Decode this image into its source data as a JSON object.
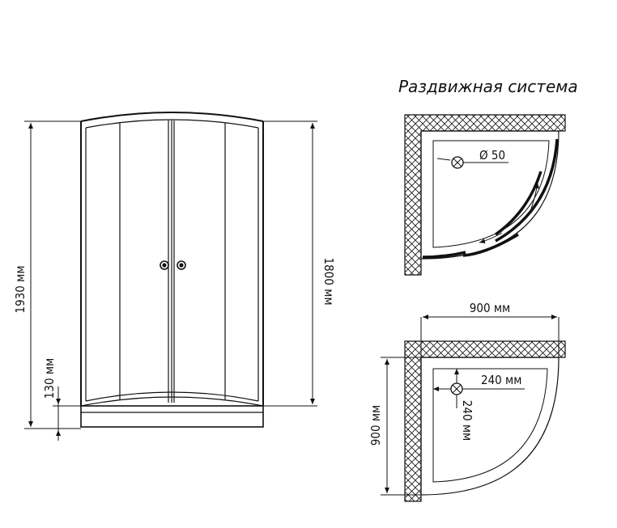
{
  "front_view": {
    "height_total": "1930 мм",
    "height_door": "1800 мм",
    "tray_height": "130 мм"
  },
  "sliding_system": {
    "title": "Раздвижная система",
    "drain_diameter": "Ø 50"
  },
  "plan_view": {
    "width": "900 мм",
    "depth": "900 мм",
    "drain_x": "240 мм",
    "drain_y": "240 мм"
  },
  "colors": {
    "line": "#111111",
    "background": "#ffffff"
  }
}
